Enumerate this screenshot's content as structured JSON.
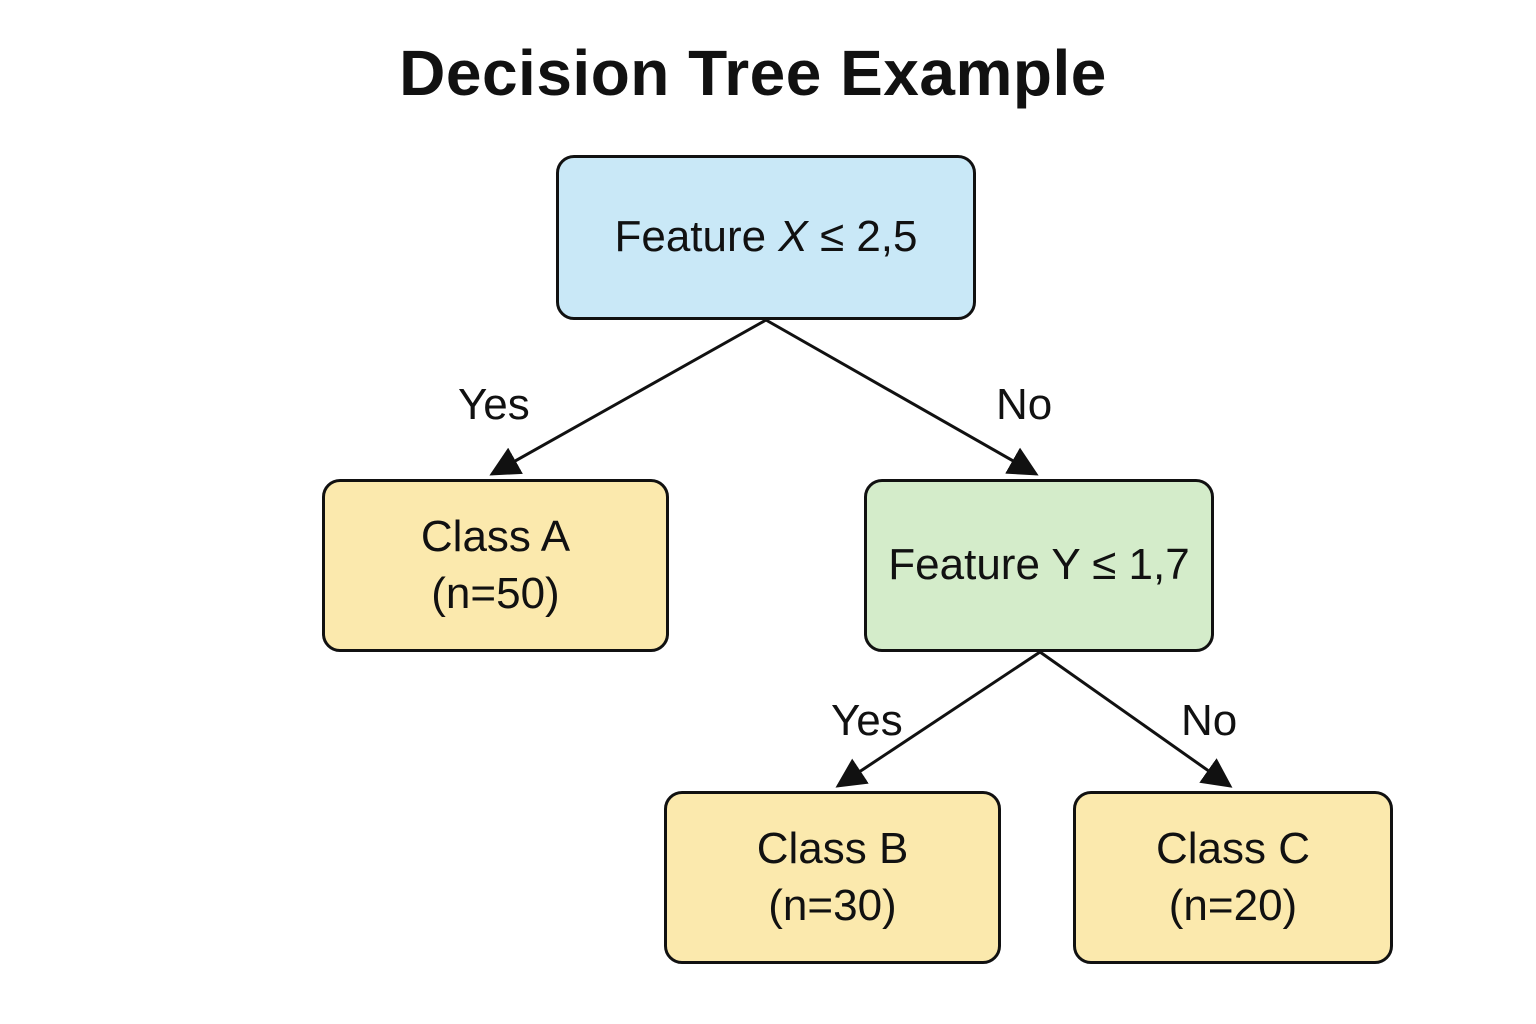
{
  "title": "Decision Tree Example",
  "colors": {
    "decision_root": "#c9e8f7",
    "decision_inner": "#d4ecca",
    "leaf": "#fbe9ad",
    "stroke": "#111111"
  },
  "nodes": {
    "root": {
      "feature": "Feature",
      "variable": "X",
      "condition": "≤ 2,5"
    },
    "class_a": {
      "label": "Class A",
      "count": "(n=50)"
    },
    "feature_y": {
      "label": "Feature Y ≤ 1,7"
    },
    "class_b": {
      "label": "Class B",
      "count": "(n=30)"
    },
    "class_c": {
      "label": "Class C",
      "count": "(n=20)"
    }
  },
  "edges": {
    "root_left": "Yes",
    "root_right": "No",
    "y_left": "Yes",
    "y_right": "No"
  }
}
